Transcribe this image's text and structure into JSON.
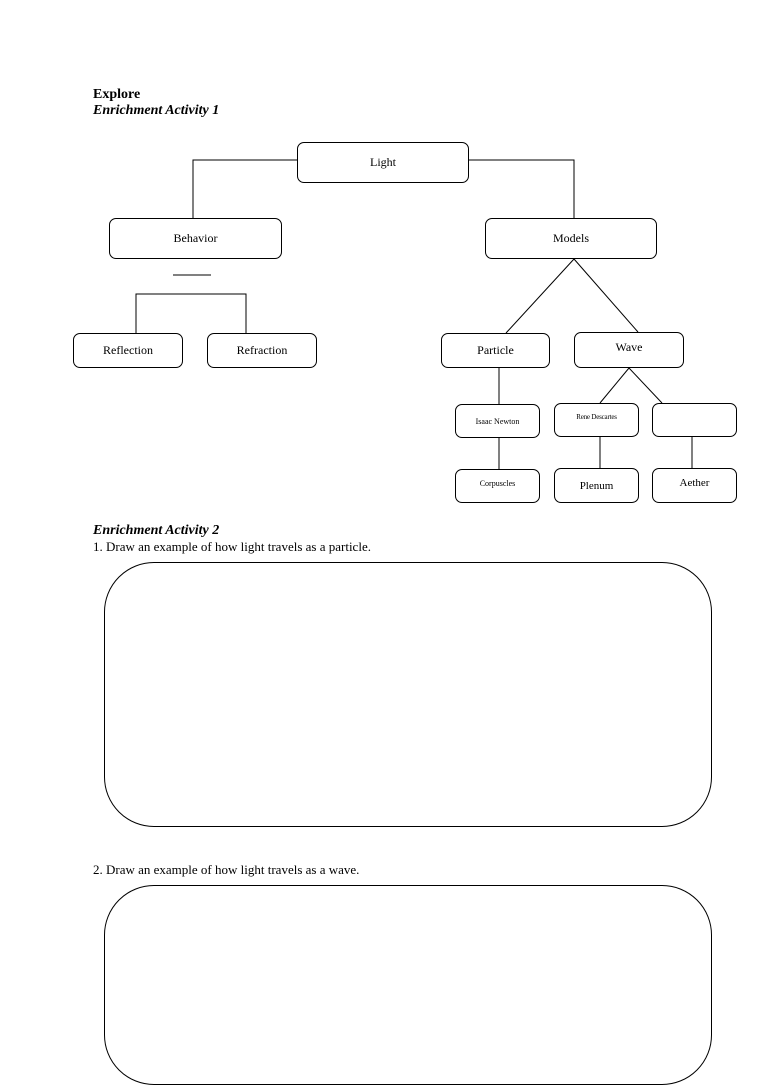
{
  "section": {
    "title": "Explore",
    "activity1_title": "Enrichment Activity 1"
  },
  "concept_map": {
    "root": "Light",
    "behavior": "Behavior",
    "models": "Models",
    "behavior_children": [
      "Reflection",
      "Refraction"
    ],
    "particle": "Particle",
    "wave": "Wave",
    "particle_scientist": "Isaac Newton",
    "wave_scientist": "Rene Descartes",
    "wave_blank": "",
    "particle_term": "Corpuscles",
    "wave_term": "Plenum",
    "wave_blank_term": "Aether"
  },
  "activity2": {
    "title": "Enrichment Activity 2",
    "question1": "1. Draw an example of how light travels as a particle.",
    "question2": "2. Draw an example of how light travels as a wave."
  }
}
